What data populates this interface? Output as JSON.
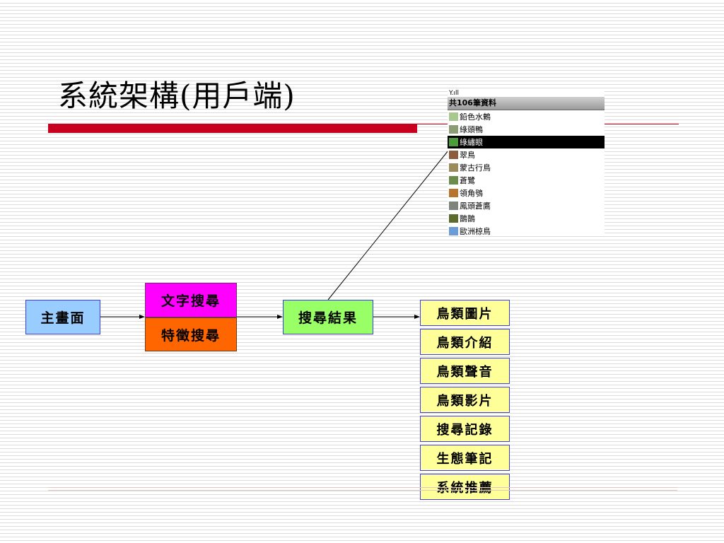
{
  "slide": {
    "title": "系統架構(用戶端)"
  },
  "diagram": {
    "main": "主畫面",
    "text_search": "文字搜尋",
    "feature_search": "特徵搜尋",
    "results": "搜尋結果",
    "features": [
      "鳥類圖片",
      "鳥類介紹",
      "鳥類聲音",
      "鳥類影片",
      "搜尋記錄",
      "生態筆記",
      "系統推薦"
    ]
  },
  "phone": {
    "status": "Y.ıll",
    "header": "共106筆資料",
    "selected_index": 2,
    "birds": [
      {
        "name": "鉛色水鶇",
        "thumb_color": "#a8c890"
      },
      {
        "name": "綠頭鴨",
        "thumb_color": "#8c9c74"
      },
      {
        "name": "綠繡眼",
        "thumb_color": "#4c9c3c"
      },
      {
        "name": "翠鳥",
        "thumb_color": "#8c5c3c"
      },
      {
        "name": "蒙古行鳥",
        "thumb_color": "#9c8c5c"
      },
      {
        "name": "蒼鷺",
        "thumb_color": "#6c8c4c"
      },
      {
        "name": "領角鴞",
        "thumb_color": "#b8742c"
      },
      {
        "name": "鳳頭蒼鷹",
        "thumb_color": "#7c847c"
      },
      {
        "name": "鵲鵲",
        "thumb_color": "#5c6c2c"
      },
      {
        "name": "歐洲椋鳥",
        "thumb_color": "#6c9cd8"
      }
    ]
  },
  "colors": {
    "box_border": "#3c3ce0",
    "main_fill": "#99ccff",
    "text_search_fill": "#ff00ff",
    "feature_search_fill": "#ff6600",
    "results_fill": "#99ff66",
    "feature_fill": "#ffff99",
    "title_bar": "#c8001e"
  }
}
